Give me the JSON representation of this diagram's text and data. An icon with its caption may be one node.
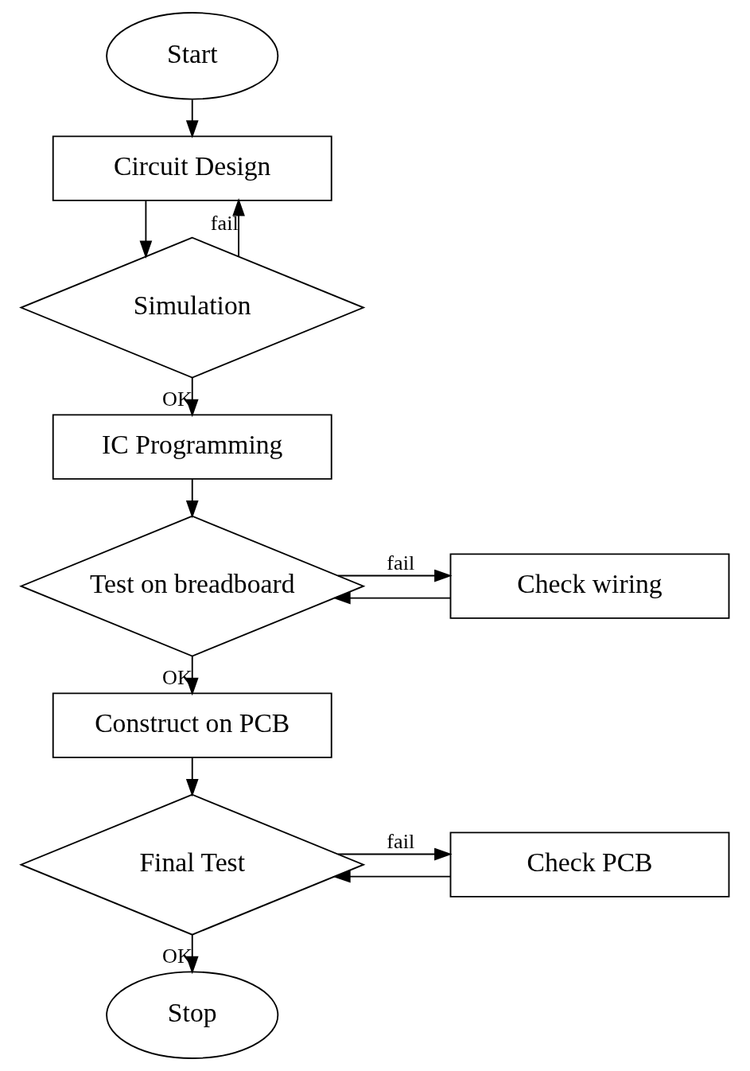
{
  "diagram": {
    "nodes": [
      {
        "text": [
          "Start"
        ]
      },
      {
        "text": [
          "Circuit Design"
        ]
      },
      {
        "text": [
          "Simulation"
        ]
      },
      {
        "text": [
          "IC Programming"
        ]
      },
      {
        "text": [
          "Test on breadboard"
        ]
      },
      {
        "text": [
          "Check wiring"
        ]
      },
      {
        "text": [
          "Construct on PCB"
        ]
      },
      {
        "text": [
          "Final Test"
        ]
      },
      {
        "text": [
          "Check PCB"
        ]
      },
      {
        "text": [
          "Stop"
        ]
      }
    ],
    "edges": [
      {
        "from": 0,
        "to": 1,
        "arrow": "to"
      },
      {
        "from": 1,
        "to": 2,
        "arrow": "to"
      },
      {
        "from": 2,
        "to": 1,
        "arrow": "to",
        "label": "fail"
      },
      {
        "from": 2,
        "to": 3,
        "arrow": "to",
        "label": "OK"
      },
      {
        "from": 3,
        "to": 4,
        "arrow": "to"
      },
      {
        "from": 4,
        "to": 5,
        "arrow": "to",
        "label": "fail"
      },
      {
        "from": 5,
        "to": 4,
        "arrow": "to"
      },
      {
        "from": 4,
        "to": 6,
        "arrow": "to",
        "label": "OK"
      },
      {
        "from": 6,
        "to": 7,
        "arrow": "to"
      },
      {
        "from": 7,
        "to": 8,
        "arrow": "to",
        "label": "fail"
      },
      {
        "from": 8,
        "to": 7,
        "arrow": "to"
      },
      {
        "from": 7,
        "to": 9,
        "arrow": "to",
        "label": "OK"
      }
    ]
  }
}
